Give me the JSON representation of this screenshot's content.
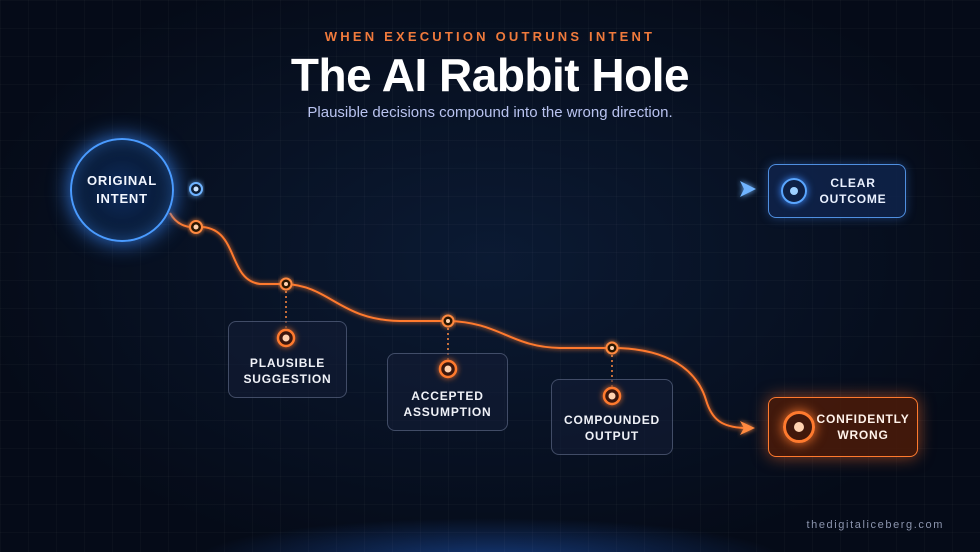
{
  "header": {
    "eyebrow": "WHEN EXECUTION OUTRUNS INTENT",
    "title": "The AI Rabbit Hole",
    "subtitle": "Plausible decisions compound into the wrong direction."
  },
  "nodes": {
    "intent": {
      "line1": "ORIGINAL",
      "line2": "INTENT"
    },
    "clear": {
      "line1": "CLEAR",
      "line2": "OUTCOME"
    },
    "wrong": {
      "line1": "CONFIDENTLY",
      "line2": "WRONG"
    }
  },
  "steps": [
    {
      "line1": "PLAUSIBLE",
      "line2": "SUGGESTION"
    },
    {
      "line1": "ACCEPTED",
      "line2": "ASSUMPTION"
    },
    {
      "line1": "COMPOUNDED",
      "line2": "OUTPUT"
    }
  ],
  "footer": {
    "credit": "thedigitaliceberg.com"
  },
  "colors": {
    "blue_path": "#4a9bff",
    "orange_path": "#ff7a2e",
    "eyebrow": "#f07a3c"
  }
}
